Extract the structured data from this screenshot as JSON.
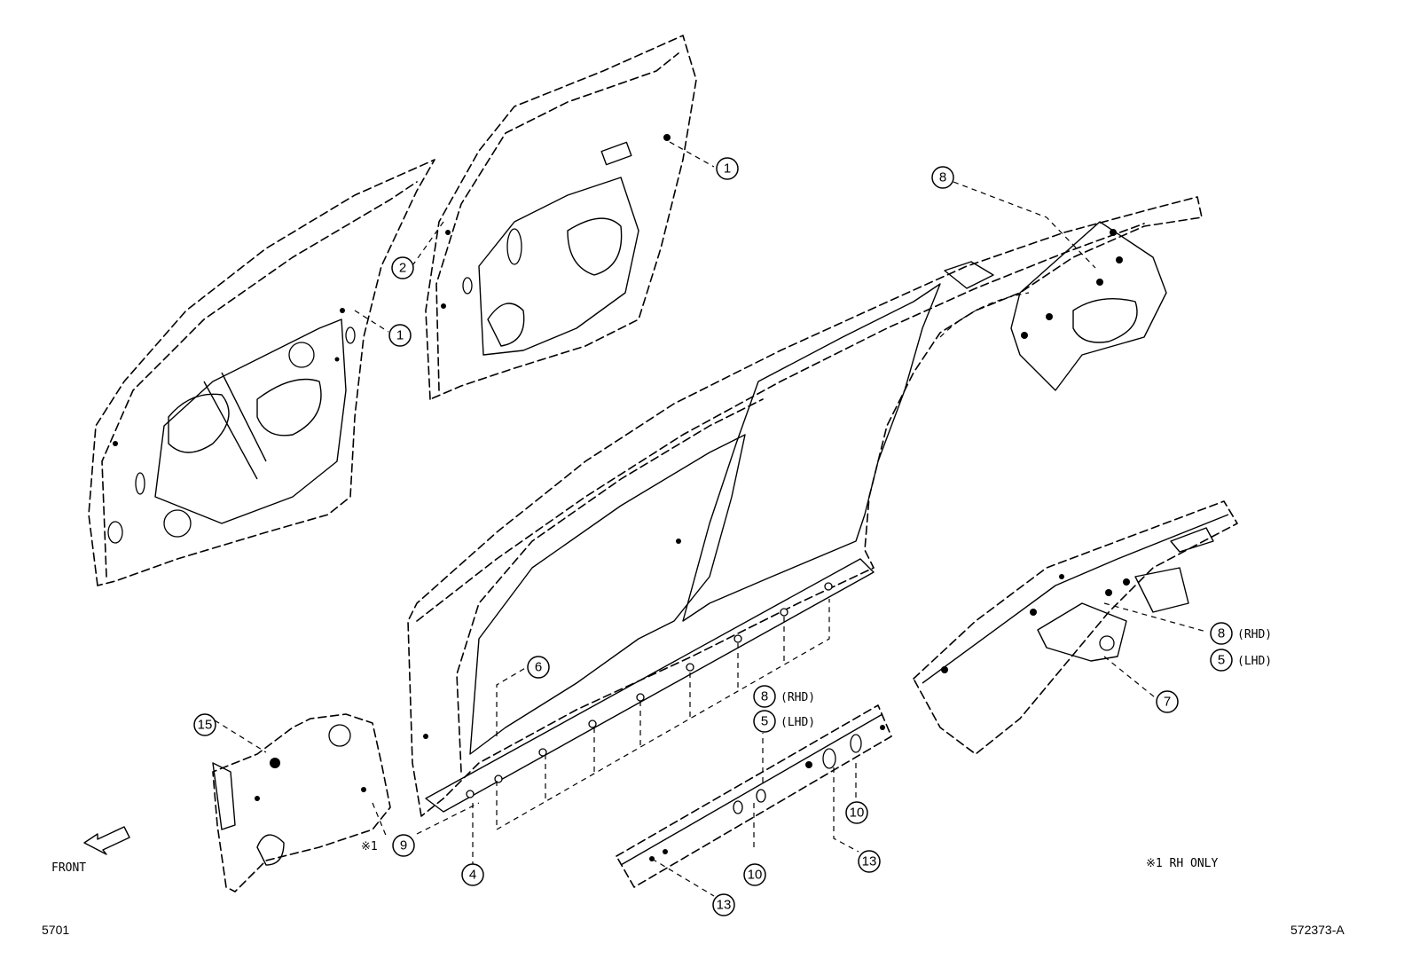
{
  "callouts": {
    "c1a": "1",
    "c1b": "1",
    "c2": "2",
    "c8_top": "8",
    "c6": "6",
    "c8_mid": "8",
    "c8_mid_note": "(RHD)",
    "c5_mid": "5",
    "c5_mid_note": "(LHD)",
    "c8_right": "8",
    "c8_right_note": "(RHD)",
    "c5_right": "5",
    "c5_right_note": "(LHD)",
    "c7": "7",
    "c15": "15",
    "c9": "9",
    "c9_prefix": "※1",
    "c4": "4",
    "c10a": "10",
    "c10b": "10",
    "c13a": "13",
    "c13b": "13"
  },
  "labels": {
    "front": "FRONT",
    "rh_only": "※1 RH ONLY",
    "page_code": "5701",
    "diagram_code": "572373-A"
  }
}
